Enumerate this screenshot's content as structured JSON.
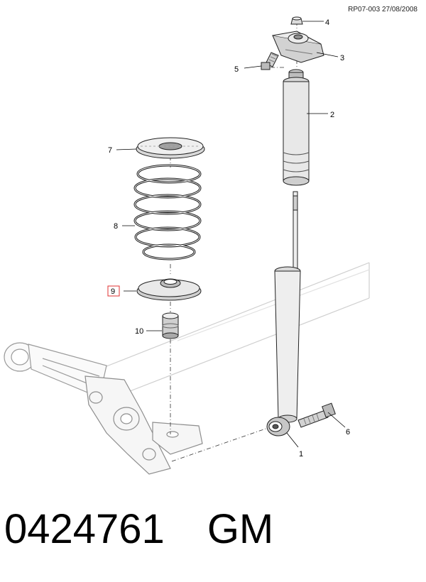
{
  "reference_code": "RP07-003 27/08/2008",
  "callouts": {
    "c1": "1",
    "c2": "2",
    "c3": "3",
    "c4": "4",
    "c5": "5",
    "c6": "6",
    "c7": "7",
    "c8": "8",
    "c9": "9",
    "c10": "10"
  },
  "highlighted_callout": "9",
  "highlight_color": "#e03030",
  "footer": {
    "part_number": "0424761",
    "brand": "GM"
  }
}
